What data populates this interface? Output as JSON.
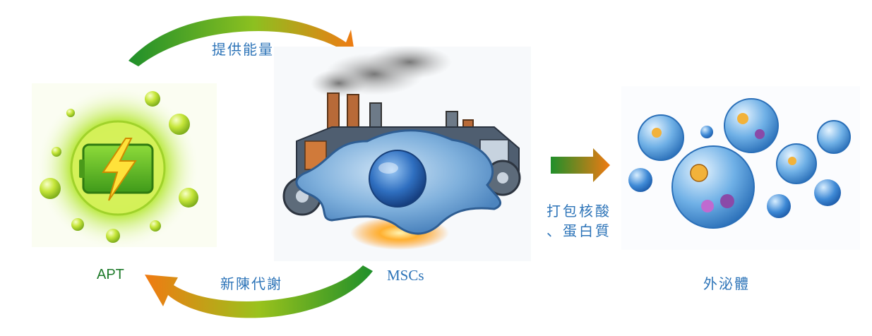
{
  "labels": {
    "provide_energy": "提供能量",
    "metabolism": "新陳代謝",
    "apt": "APT",
    "mscs": "MSCs",
    "package_line1": "打包核酸",
    "package_line2": "、蛋白質",
    "exosome": "外泌體"
  },
  "colors": {
    "label_blue": "#2d74b8",
    "label_green": "#1e7a2a",
    "arrow_green": "#1f8f2a",
    "arrow_orange": "#f07a12"
  },
  "icons": {
    "energy": "battery-lightning-icon",
    "cell_factory": "cell-factory-icon",
    "exosomes": "exosome-vesicles-icon"
  }
}
